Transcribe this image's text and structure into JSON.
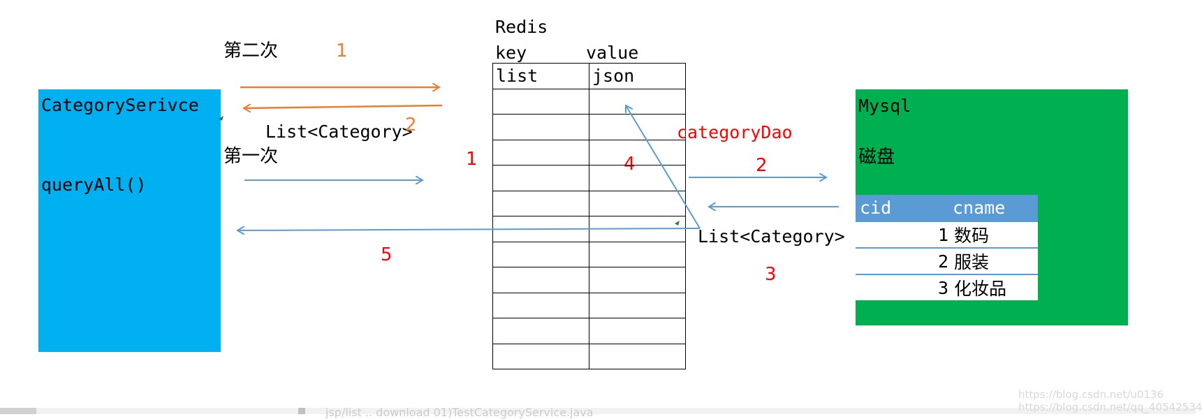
{
  "colors": {
    "service_box": "#00b0f0",
    "mysql_box": "#00b050",
    "table_header": "#5b9bd5",
    "orange_arrow": "#ed7d31",
    "blue_arrow": "#5b9bd5",
    "red_label": "#ff0000"
  },
  "service": {
    "name": "CategorySerivce",
    "method": "queryAll()"
  },
  "second_time": {
    "label": "第二次",
    "step_request": "1",
    "step_response": "2",
    "return_type": "List<Category>"
  },
  "first_time": {
    "label": "第一次",
    "step_request": "1",
    "step_store": "4",
    "step_return": "5"
  },
  "redis": {
    "title": "Redis",
    "key_header": "key",
    "value_header": "value",
    "rows": [
      [
        "list",
        "json"
      ],
      [
        "",
        ""
      ],
      [
        "",
        ""
      ],
      [
        "",
        ""
      ],
      [
        "",
        ""
      ],
      [
        "",
        ""
      ],
      [
        "",
        ""
      ],
      [
        "",
        ""
      ],
      [
        "",
        ""
      ],
      [
        "",
        ""
      ],
      [
        "",
        ""
      ],
      [
        "",
        ""
      ]
    ]
  },
  "dao": {
    "label": "categoryDao",
    "step_query": "2",
    "step_result": "3",
    "return_type": "List<Category>"
  },
  "mysql": {
    "title": "Mysql",
    "storage": "磁盘",
    "table": {
      "headers": [
        "cid",
        "cname"
      ],
      "rows": [
        [
          "1",
          "数码"
        ],
        [
          "2",
          "服装"
        ],
        [
          "3",
          "化妆品"
        ]
      ]
    }
  },
  "footer": {
    "faint_text": "jsp/list  ..  download  01)TestCategoryService.java",
    "watermark": "https://blog.csdn.net/u0136  https://blog.csdn.net/qq_40542534"
  }
}
